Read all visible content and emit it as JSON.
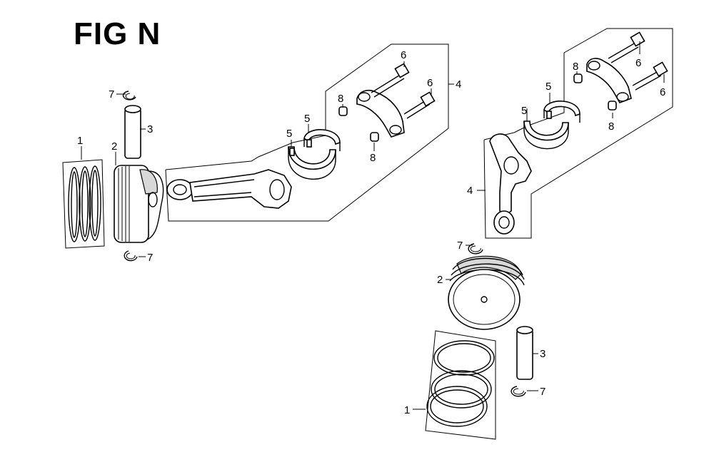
{
  "title": "FIG N",
  "callouts": {
    "left_1": "1",
    "left_2": "2",
    "left_3": "3",
    "left_7a": "7",
    "left_7b": "7",
    "left_5a": "5",
    "left_5b": "5",
    "left_8a": "8",
    "left_8b": "8",
    "left_6a": "6",
    "left_6b": "6",
    "left_4": "4",
    "right_5a": "5",
    "right_5b": "5",
    "right_8a": "8",
    "right_8b": "8",
    "right_6a": "6",
    "right_6b": "6",
    "right_4": "4",
    "right_7a": "7",
    "right_2": "2",
    "right_3": "3",
    "right_7b": "7",
    "right_1": "1"
  }
}
